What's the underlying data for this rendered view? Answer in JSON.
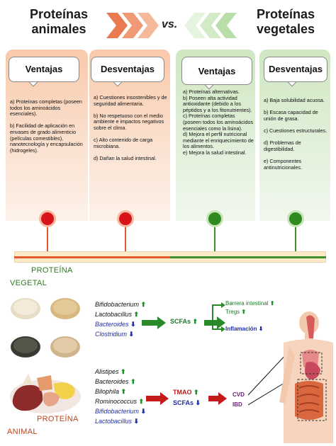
{
  "header": {
    "left_title": "Proteínas animales",
    "vs": "vs.",
    "right_title": "Proteínas vegetales"
  },
  "panels": [
    {
      "title": "Ventajas",
      "color": "#f6a47a",
      "text": "a) Proteínas completas (poseen todos los aminoácidos esenciales).\n\nb) Facilidad de aplicación en envases de grado alimenticio (películas comestibles), nanotecnología y encapsulación (hidrogeles)."
    },
    {
      "title": "Desventajas",
      "color": "#f6a47a",
      "text": "a) Cuestiones insostenibles y de seguridad alimentaria.\n\nb) No respetuoso con el medio ambiente e impactos negativos sobre el clima.\n\nc) Alto contenido de carga microbiana.\n\nd) Dañan la salud intestinal."
    },
    {
      "title": "Ventajas",
      "color": "#8cc57a",
      "text": "a) Proteínas alternativas.\nb) Poseen alta actividad antioxidante (debido a los péptidos y a los fitonutrientes).\nc) Proteínas completas (poseen todos los aminoácidos esenciales como la lisina).\nd) Mejora el perfil nutricional mediante el enriquecimiento de los alimentos.\ne) Mejora la salud intestinal."
    },
    {
      "title": "Desventajas",
      "color": "#8cc57a",
      "text": "a) Baja solubilidad acuosa.\n\nb) Escasa capacidad de unión de grasa.\n\nc) Cuestiones estructurales.\n\nd) Problemas de digestibilidad.\n\ne) Componentes antinutricionales."
    }
  ],
  "vegetal": {
    "label_top": "PROTEÍNA",
    "label_bottom": "VEGETAL",
    "bacteria": [
      {
        "name": "Bifidobacterium",
        "trend": "up",
        "color": "#111111"
      },
      {
        "name": "Lactobacillus",
        "trend": "up",
        "color": "#111111"
      },
      {
        "name": "Bacteroides",
        "trend": "down",
        "color": "#1f2ea6"
      },
      {
        "name": "Clostridium",
        "trend": "down",
        "color": "#1f2ea6"
      }
    ],
    "metabolite": "SCFAs",
    "metabolite_trend": "up",
    "outcomes": [
      {
        "text": "Barrera intestinal",
        "trend": "up",
        "color": "#1a7a2a"
      },
      {
        "text": "Tregs",
        "trend": "up",
        "color": "#1a7a2a"
      },
      {
        "text": "Inflamación",
        "trend": "down",
        "color": "#1f2ea6"
      }
    ]
  },
  "animal": {
    "label_top": "PROTEÍNA",
    "label_bottom": "ANIMAL",
    "bacteria": [
      {
        "name": "Alistipes",
        "trend": "up",
        "color": "#111111"
      },
      {
        "name": "Bacteroides",
        "trend": "up",
        "color": "#111111"
      },
      {
        "name": "Bilophila",
        "trend": "up",
        "color": "#111111"
      },
      {
        "name": "Rominococcus",
        "trend": "up",
        "color": "#111111"
      },
      {
        "name": "Bifidobacterium",
        "trend": "down",
        "color": "#1f2ea6"
      },
      {
        "name": "Lactobacillus",
        "trend": "down",
        "color": "#1f2ea6"
      }
    ],
    "metabolites": [
      {
        "text": "TMAO",
        "trend": "up",
        "color": "#b11d1d"
      },
      {
        "text": "SCFAs",
        "trend": "down",
        "color": "#1f2ea6"
      }
    ],
    "diseases": [
      "CVD",
      "IBD"
    ]
  }
}
